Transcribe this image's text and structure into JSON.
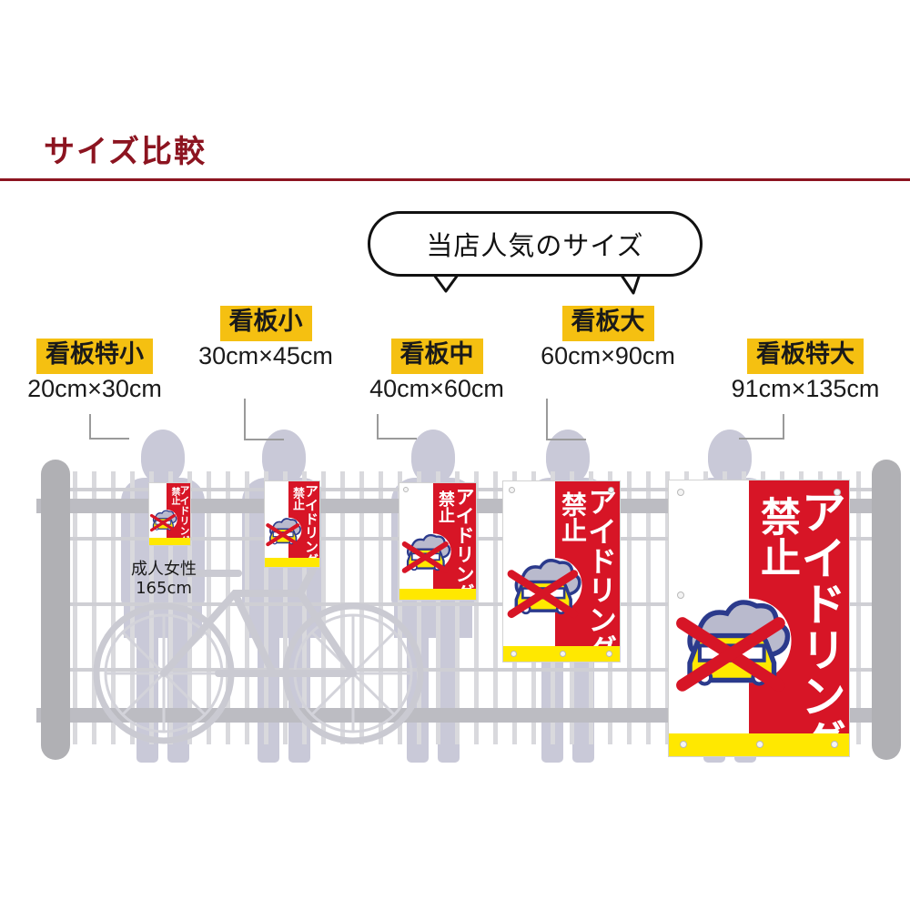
{
  "page": {
    "title": "サイズ比較",
    "accent_color": "#8C1420",
    "chip_color": "#F5C011",
    "sign_red": "#D71526",
    "sign_yellow": "#FFE800",
    "silhouette_color": "#c9c9d8"
  },
  "callout": {
    "text": "当店人気のサイズ",
    "points_to": [
      "看板中",
      "看板大"
    ]
  },
  "person_note": {
    "line1": "成人女性",
    "line2": "165cm"
  },
  "sign_face": {
    "headline": "禁止",
    "vertical_text": "アイドリング",
    "pictogram": "car-exhaust-prohibited-icon"
  },
  "sizes": [
    {
      "id": "tokusho",
      "name": "看板特小",
      "dimensions": "20cm×30cm"
    },
    {
      "id": "sho",
      "name": "看板小",
      "dimensions": "30cm×45cm"
    },
    {
      "id": "chu",
      "name": "看板中",
      "dimensions": "40cm×60cm"
    },
    {
      "id": "dai",
      "name": "看板大",
      "dimensions": "60cm×90cm"
    },
    {
      "id": "tokudai",
      "name": "看板特大",
      "dimensions": "91cm×135cm"
    }
  ]
}
